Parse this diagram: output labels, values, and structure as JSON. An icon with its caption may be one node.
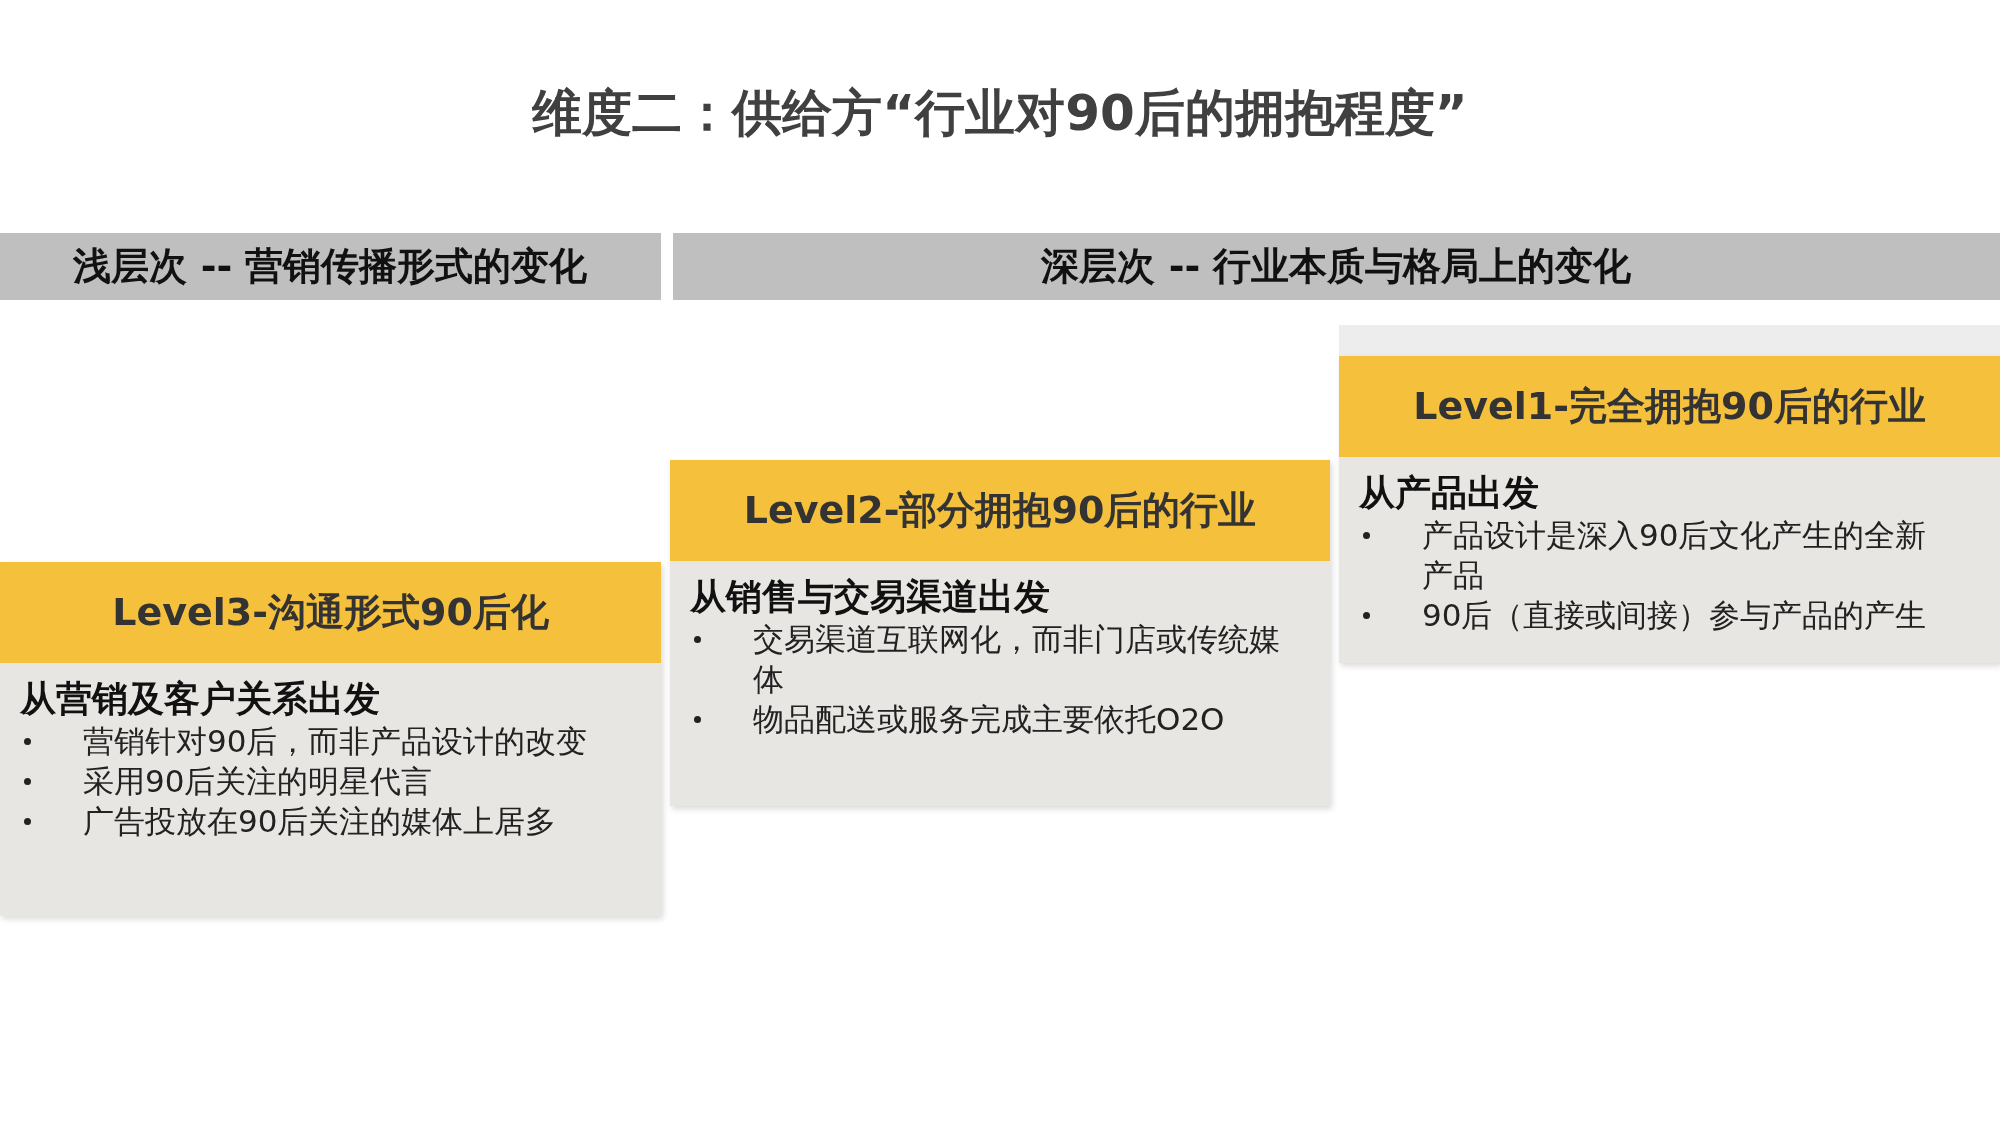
{
  "diagram": {
    "title": "维度二：供给方“行业对90后的拥抱程度”",
    "nodes": [
      {
        "text": [
          "浅层次 -- 营销传播形式的变化"
        ]
      },
      {
        "text": [
          "深层次 -- 行业本质与格局上的变化"
        ]
      },
      {
        "text": [
          "Level3-沟通形式90后化",
          "从营销及客户关系出发",
          "营销针对90后，而非产品设计的改变",
          "采用90后关注的明星代言",
          "广告投放在90后关注的媒体上居多"
        ]
      },
      {
        "text": [
          "Level2-部分拥抱90后的行业",
          "从销售与交易渠道出发",
          "交易渠道互联网化，而非门店或传统媒体",
          "物品配送或服务完成主要依托O2O"
        ]
      },
      {
        "text": [
          "Level1-完全拥抱90后的行业",
          "从产品出发",
          "产品设计是深入90后文化产生的全新产品",
          "90后（直接或间接）参与产品的产生"
        ]
      }
    ]
  }
}
